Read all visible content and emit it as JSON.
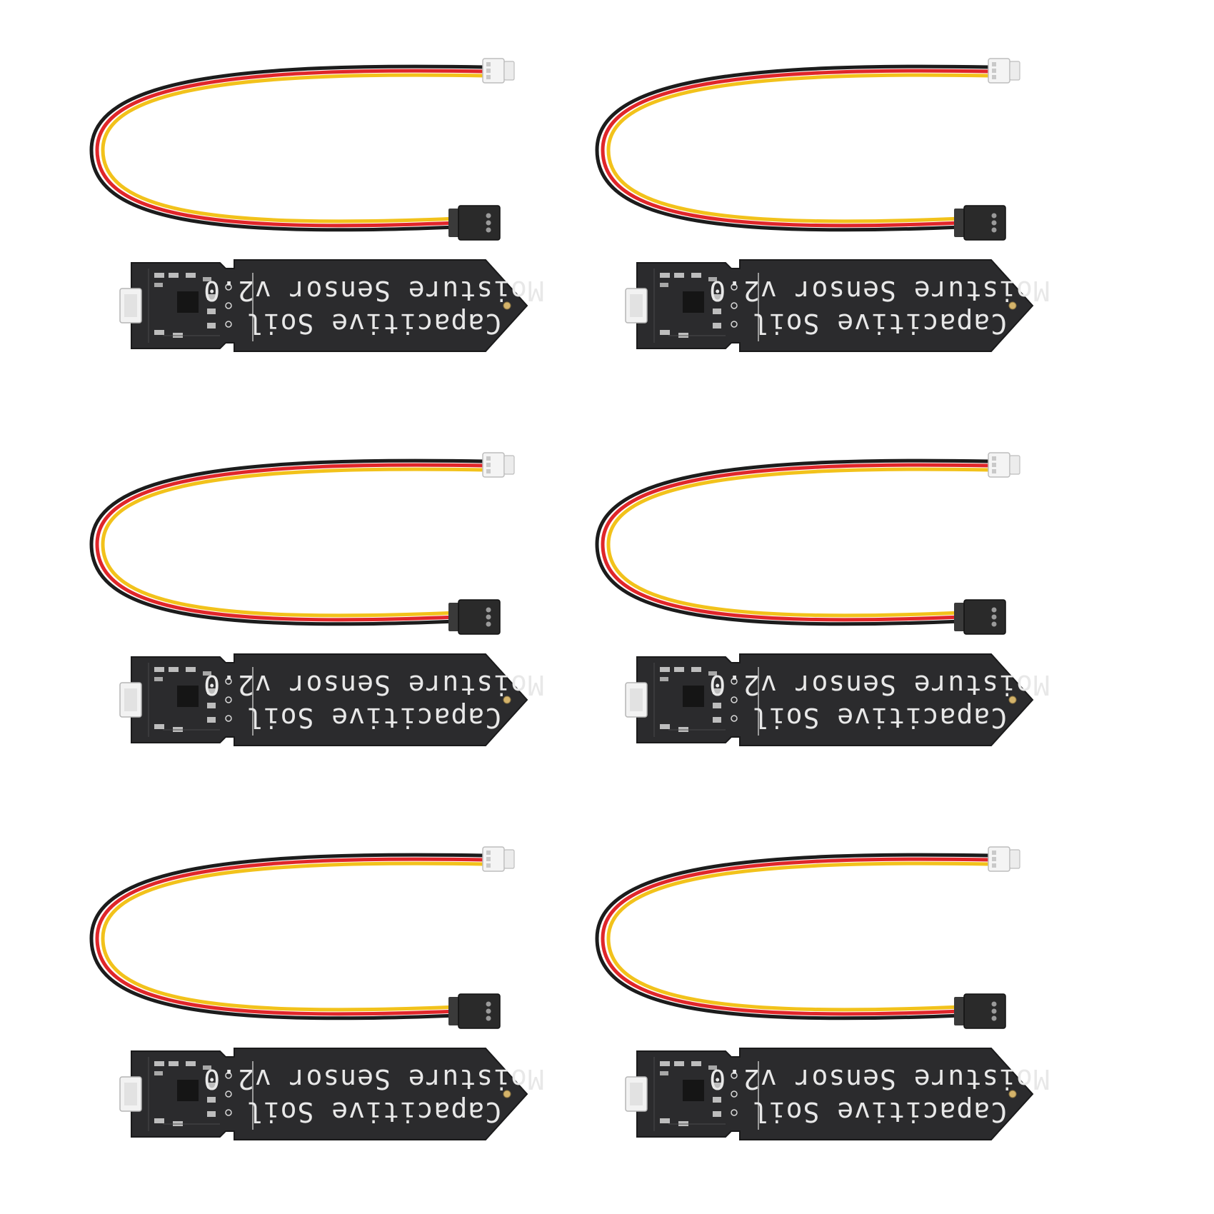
{
  "product": {
    "board_line_1": "Capacitive Soil",
    "board_line_2": "Moisture Sensor v2.0",
    "units_shown": 6
  },
  "colors": {
    "background": "#ffffff",
    "pcb": "#2b2b2d",
    "pcb_edge": "#1a1a1b",
    "silkscreen": "#e8e8e8",
    "wire_yellow": "#f2c21b",
    "wire_red": "#e0262a",
    "wire_black": "#1c1c1c",
    "connector_white": "#f4f4f4",
    "dupont_black": "#2a2a2a"
  }
}
